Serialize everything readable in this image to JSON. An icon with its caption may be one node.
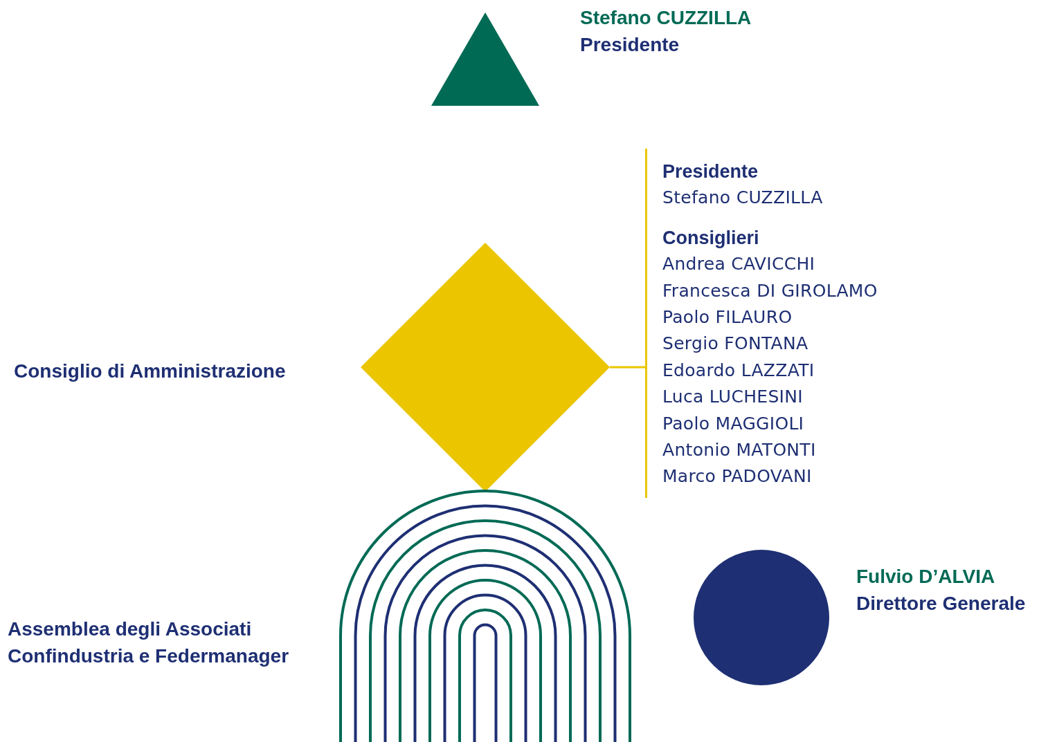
{
  "diagram": {
    "nodes": [
      {
        "text": [],
        "shape": "triangle",
        "beside": [
          "Stefano CUZZILLA",
          "Presidente"
        ]
      },
      {
        "text": [],
        "shape": "diamond",
        "beside": [
          "Consiglio di Amministrazione"
        ]
      },
      {
        "text": [
          "Presidente",
          "Stefano CUZZILLA",
          "Consiglieri",
          "Andrea CAVICCHI",
          "Francesca DI GIROLAMO",
          "Paolo FILAURO",
          "Sergio FONTANA",
          "Edoardo LAZZATI",
          "Luca LUCHESINI",
          "Paolo MAGGIOLI",
          "Antonio MATONTI",
          "Marco PADOVANI"
        ]
      },
      {
        "text": [],
        "shape": "arch",
        "beside": [
          "Assemblea degli Associati Confindustria e Federmanager"
        ]
      },
      {
        "text": [],
        "shape": "circle",
        "beside": [
          "Fulvio D’ALVIA",
          "Direttore Generale"
        ]
      }
    ],
    "edges": [
      {
        "from": 1,
        "to": 2,
        "arrow": "none",
        "color": "#ebc500"
      }
    ]
  }
}
